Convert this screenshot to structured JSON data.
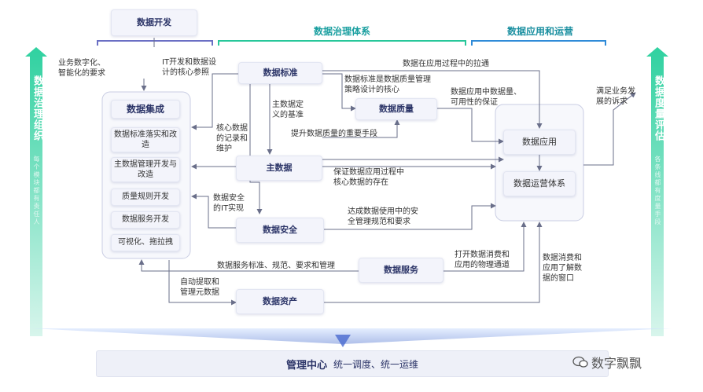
{
  "top": {
    "dev": "数据开发",
    "governance": "数据治理体系",
    "ops": "数据应用和运营"
  },
  "left_bar": {
    "title": "数据治理组织",
    "sub": "每个模块都有责任人"
  },
  "right_bar": {
    "title": "数据度量评估",
    "sub": "各条线都有度量手段"
  },
  "integration": {
    "title": "数据集成",
    "items": [
      "数据标准落实和改造",
      "主数据管理开发与改造",
      "质量规则开发",
      "数据服务开发",
      "可视化、拖拉拽"
    ]
  },
  "nodes": {
    "standard": "数据标准",
    "quality": "数据质量",
    "master": "主数据",
    "security": "数据安全",
    "service": "数据服务",
    "asset": "数据资产",
    "app": "数据应用",
    "ops_sys": "数据运营体系"
  },
  "labels": {
    "biz_digital": "业务数字化、\n智能化的要求",
    "it_dev": "IT开发和数据设\n计的核心参照",
    "pull": "数据在应用过程中的拉通",
    "std_core": "数据标准是数据质量管理\n策略设计的核心",
    "app_quality": "数据应用中数据量、\n可用性的保证",
    "meet_biz": "满足业务发\n展的诉求",
    "master_def": "主数据定\n义的基准",
    "core_record": "核心数据\n的记录和\n维护",
    "improve_quality": "提升数据质量的重要手段",
    "guarantee": "保证数据应用过程中\n核心数据的存在",
    "sec_it": "数据安全\n的IT实现",
    "sec_mgmt": "达成数据使用中的安\n全管理规范和要求",
    "svc_std": "数据服务标准、规范、要求和管理",
    "open_channel": "打开数据消费和\n应用的物理通道",
    "consume": "数据消费和\n应用了解数\n据的窗口",
    "auto_meta": "自动提取和\n管理元数据"
  },
  "bottom": {
    "title": "管理中心",
    "sub": "统一调度、统一运维"
  },
  "watermark": "数字飘飘",
  "colors": {
    "teal": "#1a9fa0",
    "green_bar": "#27c79a",
    "purple": "#6a6fc4",
    "node_text": "#2c3568"
  }
}
